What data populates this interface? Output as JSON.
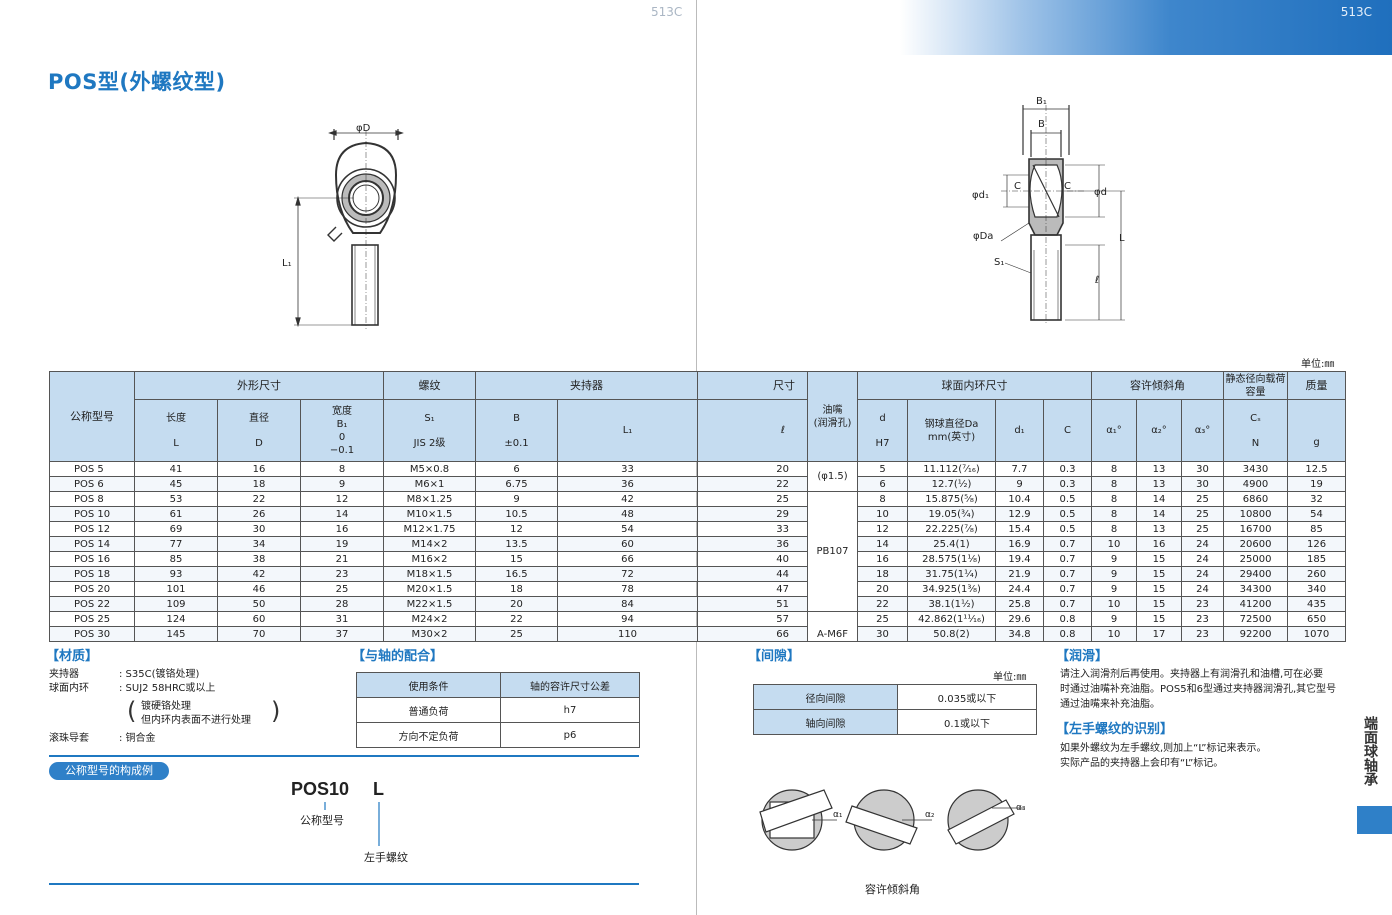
{
  "page": {
    "left_no": "513C",
    "right_no": "513C"
  },
  "title": "POS型(外螺纹型)",
  "side_label": "端面球轴承",
  "fig_left": {
    "phiD": "φD",
    "L1": "L₁"
  },
  "fig_right": {
    "B1": "B₁",
    "B": "B",
    "C_left": "C",
    "C_right": "C",
    "phid1": "φd₁",
    "phid": "φd",
    "phiDa": "φDa",
    "S1": "S₁",
    "L": "L",
    "ell": "ℓ"
  },
  "unit_mm": "单位:㎜",
  "table": {
    "h_model": "公称型号",
    "h_outer": "外形尺寸",
    "h_thread": "螺纹",
    "h_holder": "夹持器",
    "h_size": "尺寸",
    "h_oil": "油嘴",
    "h_oil2": "(润滑孔)",
    "h_inner": "球面内环尺寸",
    "h_tilt": "容许倾斜角",
    "h_load": "静态径向载荷容量",
    "h_mass": "质量",
    "s_length": "长度",
    "s_length_u": "L",
    "s_diam": "直径",
    "s_diam_u": "D",
    "s_width": "宽度",
    "s_width_b": "B₁",
    "s_width_tol1": "0",
    "s_width_tol2": "−0.1",
    "s_thread": "S₁",
    "s_thread_u": "JIS 2级",
    "s_B": "B",
    "s_B_tol": "±0.1",
    "s_L1": "L₁",
    "s_ell": "ℓ",
    "s_d": "d",
    "s_d_u": "H7",
    "s_da": "钢球直径Da",
    "s_da_u": "mm(英寸)",
    "s_d1": "d₁",
    "s_C": "C",
    "s_a1": "α₁°",
    "s_a2": "α₂°",
    "s_a3": "α₃°",
    "s_Cs": "Cₛ",
    "s_Cs_u": "N",
    "s_g": "g",
    "oil_1": "(φ1.5)",
    "oil_2": "PB107",
    "oil_3": "A-M6F",
    "rows": [
      [
        "POS 5",
        "41",
        "16",
        "8",
        "M5×0.8",
        "6",
        "33",
        "20",
        "5",
        "11.112(⁷⁄₁₆)",
        "7.7",
        "0.3",
        "8",
        "13",
        "30",
        "3430",
        "12.5"
      ],
      [
        "POS 6",
        "45",
        "18",
        "9",
        "M6×1",
        "6.75",
        "36",
        "22",
        "6",
        "12.7(¹⁄₂)",
        "9",
        "0.3",
        "8",
        "13",
        "30",
        "4900",
        "19"
      ],
      [
        "POS 8",
        "53",
        "22",
        "12",
        "M8×1.25",
        "9",
        "42",
        "25",
        "8",
        "15.875(⁵⁄₈)",
        "10.4",
        "0.5",
        "8",
        "14",
        "25",
        "6860",
        "32"
      ],
      [
        "POS 10",
        "61",
        "26",
        "14",
        "M10×1.5",
        "10.5",
        "48",
        "29",
        "10",
        "19.05(³⁄₄)",
        "12.9",
        "0.5",
        "8",
        "14",
        "25",
        "10800",
        "54"
      ],
      [
        "POS 12",
        "69",
        "30",
        "16",
        "M12×1.75",
        "12",
        "54",
        "33",
        "12",
        "22.225(⁷⁄₈)",
        "15.4",
        "0.5",
        "8",
        "13",
        "25",
        "16700",
        "85"
      ],
      [
        "POS 14",
        "77",
        "34",
        "19",
        "M14×2",
        "13.5",
        "60",
        "36",
        "14",
        "25.4(1)",
        "16.9",
        "0.7",
        "10",
        "16",
        "24",
        "20600",
        "126"
      ],
      [
        "POS 16",
        "85",
        "38",
        "21",
        "M16×2",
        "15",
        "66",
        "40",
        "16",
        "28.575(1¹⁄₈)",
        "19.4",
        "0.7",
        "9",
        "15",
        "24",
        "25000",
        "185"
      ],
      [
        "POS 18",
        "93",
        "42",
        "23",
        "M18×1.5",
        "16.5",
        "72",
        "44",
        "18",
        "31.75(1¹⁄₄)",
        "21.9",
        "0.7",
        "9",
        "15",
        "24",
        "29400",
        "260"
      ],
      [
        "POS 20",
        "101",
        "46",
        "25",
        "M20×1.5",
        "18",
        "78",
        "47",
        "20",
        "34.925(1³⁄₈)",
        "24.4",
        "0.7",
        "9",
        "15",
        "24",
        "34300",
        "340"
      ],
      [
        "POS 22",
        "109",
        "50",
        "28",
        "M22×1.5",
        "20",
        "84",
        "51",
        "22",
        "38.1(1¹⁄₂)",
        "25.8",
        "0.7",
        "10",
        "15",
        "23",
        "41200",
        "435"
      ],
      [
        "POS 25",
        "124",
        "60",
        "31",
        "M24×2",
        "22",
        "94",
        "57",
        "25",
        "42.862(1¹¹⁄₁₆)",
        "29.6",
        "0.8",
        "9",
        "15",
        "23",
        "72500",
        "650"
      ],
      [
        "POS 30",
        "145",
        "70",
        "37",
        "M30×2",
        "25",
        "110",
        "66",
        "30",
        "50.8(2)",
        "34.8",
        "0.8",
        "10",
        "17",
        "23",
        "92200",
        "1070"
      ]
    ]
  },
  "material": {
    "heading": "【材质】",
    "rows": [
      {
        "k": "夹持器",
        "v": ": S35C(镀铬处理)"
      },
      {
        "k": "球面内环",
        "v": ": SUJ2 58HRC或以上"
      },
      {
        "k": "",
        "v": "镀硬铬处理"
      },
      {
        "k": "",
        "v": "但内环内表面不进行处理"
      },
      {
        "k": "滚珠导套",
        "v": ": 铜合金"
      }
    ]
  },
  "fit": {
    "heading": "【与轴的配合】",
    "h1": "使用条件",
    "h2": "轴的容许尺寸公差",
    "rows": [
      [
        "普通负荷",
        "h7"
      ],
      [
        "方向不定负荷",
        "p6"
      ]
    ]
  },
  "clearance": {
    "heading": "【间隙】",
    "unit": "单位:㎜",
    "rows": [
      [
        "径向间隙",
        "0.035或以下"
      ],
      [
        "轴向间隙",
        "0.1或以下"
      ]
    ]
  },
  "tilt_caption": "容许倾斜角",
  "tilt_labels": [
    "α₁",
    "α₂",
    "α₃"
  ],
  "lubrication": {
    "heading": "【润滑】",
    "lines": [
      "请注入润滑剂后再使用。夹持器上有润滑孔和油槽,可在必要",
      "时通过油嘴补充油脂。POS5和6型通过夹持器润滑孔,其它型号",
      "通过油嘴来补充油脂。"
    ]
  },
  "left_hand": {
    "heading": "【左手螺纹的识别】",
    "lines": [
      "如果外螺纹为左手螺纹,则加上“L”标记来表示。",
      "实际产品的夹持器上会印有“L”标记。"
    ]
  },
  "example": {
    "pill": "公称型号的构成例",
    "code": "POS10",
    "suffix": "L",
    "label1": "公称型号",
    "label2": "左手螺纹"
  }
}
